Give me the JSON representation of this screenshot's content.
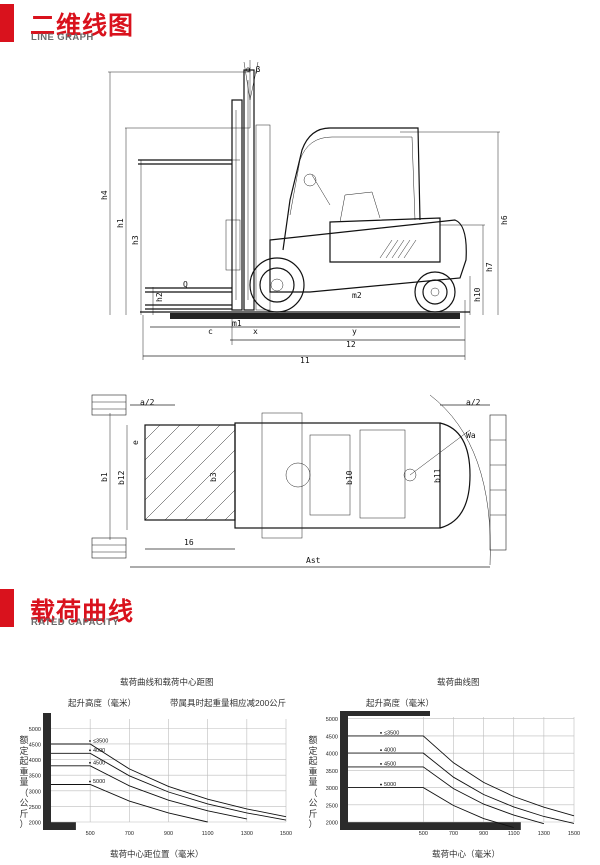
{
  "sections": {
    "line_graph": {
      "title": "二维线图",
      "subtitle": "LINE GRAPH"
    },
    "rated_capacity": {
      "title": "载荷曲线",
      "subtitle": "RATED CAPACITY"
    }
  },
  "drawing_labels": {
    "h4": "h4",
    "h1": "h1",
    "h3": "h3",
    "h2": "h2",
    "h6": "h6",
    "h7": "h7",
    "h10": "h10",
    "Q": "Q",
    "m1": "m1",
    "m2": "m2",
    "c": "c",
    "x": "x",
    "y": "y",
    "l2": "12",
    "l1": "11",
    "alpha_beta": "α β",
    "a2_left": "a/2",
    "a2_right": "a/2",
    "Wa": "Wa",
    "e": "e",
    "b1": "b1",
    "b12": "b12",
    "b3": "b3",
    "b10": "b10",
    "b11": "b11",
    "l6": "16",
    "Ast": "Ast"
  },
  "charts": {
    "left": {
      "title": "载荷曲线和载荷中心距图",
      "ylabel_top": "起升高度（毫米）",
      "note": "带属具时起重量相应减200公斤",
      "ylabel_side": [
        "额",
        "定",
        "起",
        "重",
        "量",
        "（",
        "公",
        "斤",
        "）"
      ],
      "xlabel": "载荷中心距位置（毫米）"
    },
    "right": {
      "title": "载荷曲线图",
      "ylabel_top": "起升高度（毫米）",
      "ylabel_side": [
        "额",
        "定",
        "起",
        "重",
        "量",
        "（",
        "公",
        "斤",
        "）"
      ],
      "xlabel": "载荷中心（毫米）"
    }
  },
  "chart_data": [
    {
      "type": "line",
      "title": "载荷曲线和载荷中心距图",
      "xlabel": "载荷中心距位置（毫米）",
      "ylabel": "额定起重量（公斤）",
      "x_ticks": [
        500,
        700,
        900,
        1100,
        1300,
        1500
      ],
      "y_ticks": [
        2000,
        2500,
        3000,
        3500,
        4000,
        4500,
        5000
      ],
      "xlim": [
        300,
        1500
      ],
      "ylim": [
        2000,
        5300
      ],
      "y_top_label": "5000",
      "series": [
        {
          "name": "≤3500",
          "x": [
            300,
            500,
            700,
            900,
            1100,
            1300,
            1500
          ],
          "y": [
            4500,
            4500,
            3700,
            3140,
            2730,
            2420,
            2170
          ]
        },
        {
          "name": "4000",
          "x": [
            300,
            500,
            700,
            900,
            1100,
            1300,
            1500
          ],
          "y": [
            4200,
            4200,
            3480,
            2960,
            2580,
            2290,
            2060
          ]
        },
        {
          "name": "4500",
          "x": [
            300,
            500,
            700,
            900,
            1100,
            1300
          ],
          "y": [
            3800,
            3800,
            3160,
            2700,
            2360,
            2100
          ]
        },
        {
          "name": "5000",
          "x": [
            300,
            500,
            700,
            900,
            1100
          ],
          "y": [
            3200,
            3200,
            2670,
            2290,
            2000
          ]
        }
      ]
    },
    {
      "type": "line",
      "title": "载荷曲线图",
      "xlabel": "载荷中心（毫米）",
      "ylabel": "额定起重量（公斤）",
      "x_ticks": [
        500,
        700,
        900,
        1100,
        1300,
        1500
      ],
      "y_ticks": [
        2000,
        2500,
        3000,
        3500,
        4000,
        4500,
        5000
      ],
      "xlim": [
        0,
        1500
      ],
      "ylim": [
        2000,
        5050
      ],
      "series": [
        {
          "name": "≤3500",
          "x": [
            0,
            500,
            700,
            900,
            1100,
            1300,
            1500
          ],
          "y": [
            4500,
            4500,
            3720,
            3150,
            2740,
            2430,
            2180
          ]
        },
        {
          "name": "4000",
          "x": [
            0,
            500,
            700,
            900,
            1100,
            1300,
            1500
          ],
          "y": [
            4000,
            4000,
            3300,
            2800,
            2440,
            2160,
            1960
          ]
        },
        {
          "name": "4500",
          "x": [
            0,
            500,
            700,
            900,
            1100,
            1300
          ],
          "y": [
            3600,
            3600,
            2970,
            2520,
            2200,
            1950
          ]
        },
        {
          "name": "5000",
          "x": [
            0,
            500,
            700,
            900,
            1100
          ],
          "y": [
            3000,
            3000,
            2480,
            2100,
            1840
          ]
        }
      ]
    }
  ]
}
